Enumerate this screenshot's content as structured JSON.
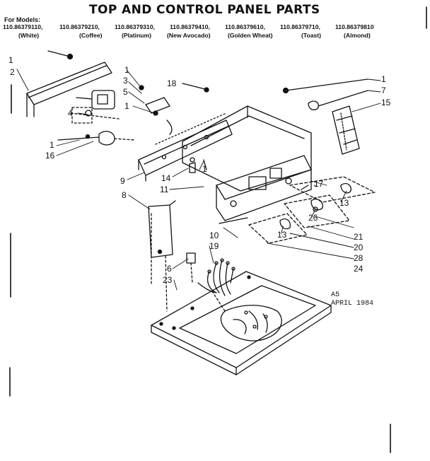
{
  "title": "TOP AND CONTROL PANEL PARTS",
  "models_label": "For Models:",
  "models": [
    "110.86379110,",
    "110.86379210,",
    "110.86379310,",
    "110.86379410,",
    "110.86379610,",
    "110.86379710,",
    "110.86379810"
  ],
  "colors": [
    "(White)",
    "(Coffee)",
    "(Platinum)",
    "(New Avocado)",
    "(Golden Wheat)",
    "(Toast)",
    "(Almond)"
  ],
  "callouts": [
    "1",
    "2",
    "1",
    "3",
    "5",
    "4",
    "1",
    "1",
    "16",
    "18",
    "9",
    "14",
    "1",
    "11",
    "8",
    "1",
    "7",
    "15",
    "17",
    "13",
    "26",
    "13",
    "21",
    "20",
    "28",
    "24",
    "10",
    "19",
    "6",
    "23"
  ],
  "stamp": {
    "code": "A5",
    "date": "APRIL 1984"
  }
}
